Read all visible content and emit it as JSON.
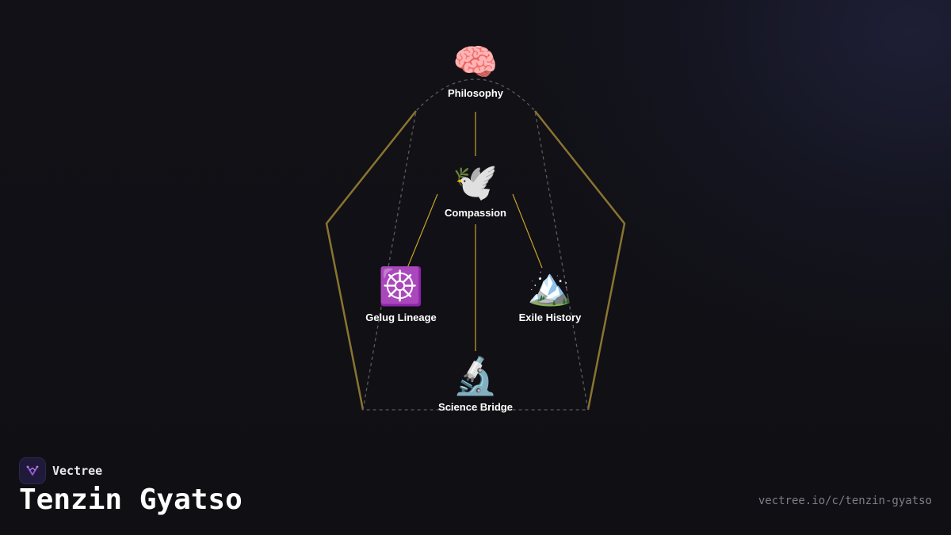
{
  "brand": {
    "name": "Vectree",
    "accent": "#9b59d6"
  },
  "title": "Tenzin Gyatso",
  "url": "vectree.io/c/tenzin-gyatso",
  "colors": {
    "background": "#111116",
    "edge": "#c9a227",
    "outline": "#8a7430",
    "dashed": "#5a5a60"
  },
  "nodes": [
    {
      "id": "philosophy",
      "label": "Philosophy",
      "icon": "🧠",
      "icon_name": "brain-icon"
    },
    {
      "id": "compassion",
      "label": "Compassion",
      "icon": "🕊️",
      "icon_name": "dove-icon"
    },
    {
      "id": "gelug",
      "label": "Gelug Lineage",
      "icon": "☸️",
      "icon_name": "dharma-wheel-icon"
    },
    {
      "id": "exile",
      "label": "Exile History",
      "icon": "🏔️",
      "icon_name": "mountain-icon"
    },
    {
      "id": "science",
      "label": "Science Bridge",
      "icon": "🔬",
      "icon_name": "microscope-icon"
    }
  ],
  "edges": [
    {
      "from": "philosophy",
      "to": "compassion"
    },
    {
      "from": "compassion",
      "to": "gelug"
    },
    {
      "from": "compassion",
      "to": "exile"
    },
    {
      "from": "compassion",
      "to": "science"
    }
  ]
}
